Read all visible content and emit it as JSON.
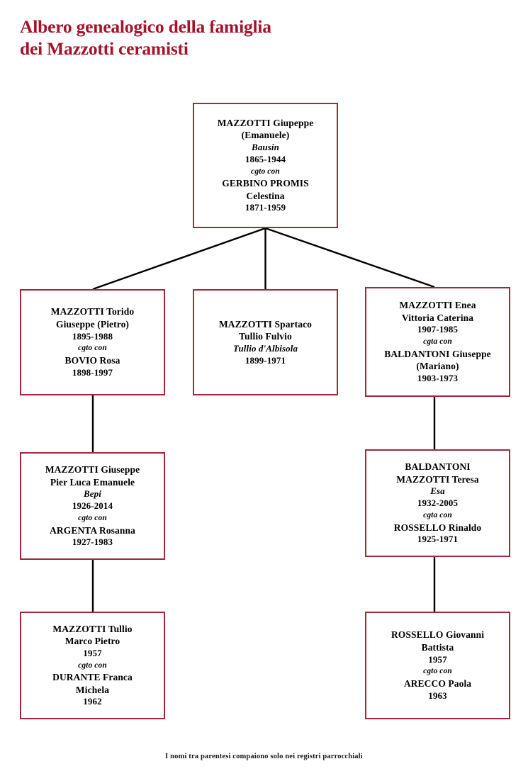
{
  "title": {
    "line1": "Albero genealogico della famiglia",
    "line2": "dei Mazzotti ceramisti",
    "color": "#A4132A"
  },
  "colors": {
    "box_border": "#A3283B",
    "connector": "#000000",
    "text": "#000000",
    "background": "#ffffff"
  },
  "footnote": "I nomi tra parentesi compaiono solo nei registri parrocchiali",
  "nodes": {
    "root": {
      "id": "mazzotti-giuseppe-emanuele",
      "lines": [
        {
          "text": "MAZZOTTI Giupeppe",
          "style": "name"
        },
        {
          "text": "(Emanuele)",
          "style": "name"
        },
        {
          "text": "Bausin",
          "style": "nick"
        },
        {
          "text": "1865-1944",
          "style": "yrs"
        },
        {
          "text": "cgto con",
          "style": "rel"
        },
        {
          "text": "GERBINO PROMIS",
          "style": "name"
        },
        {
          "text": "Celestina",
          "style": "name"
        },
        {
          "text": "1871-1959",
          "style": "yrs"
        }
      ]
    },
    "torido": {
      "id": "mazzotti-torido-giuseppe",
      "lines": [
        {
          "text": "MAZZOTTI Torido",
          "style": "name"
        },
        {
          "text": "Giuseppe (Pietro)",
          "style": "name"
        },
        {
          "text": "1895-1988",
          "style": "yrs"
        },
        {
          "text": "cgto con",
          "style": "rel"
        },
        {
          "text": "BOVIO Rosa",
          "style": "name"
        },
        {
          "text": "1898-1997",
          "style": "yrs"
        }
      ]
    },
    "spartaco": {
      "id": "mazzotti-spartaco-tullio-fulvio",
      "lines": [
        {
          "text": "MAZZOTTI Spartaco",
          "style": "name"
        },
        {
          "text": "Tullio Fulvio",
          "style": "name"
        },
        {
          "text": "Tullio d'Albisola",
          "style": "nick"
        },
        {
          "text": "1899-1971",
          "style": "yrs"
        }
      ]
    },
    "enea": {
      "id": "mazzotti-enea-vittoria-caterina",
      "lines": [
        {
          "text": "MAZZOTTI Enea",
          "style": "name"
        },
        {
          "text": "Vittoria Caterina",
          "style": "name"
        },
        {
          "text": "1907-1985",
          "style": "yrs"
        },
        {
          "text": "cgta con",
          "style": "rel"
        },
        {
          "text": "BALDANTONI Giuseppe",
          "style": "name"
        },
        {
          "text": "(Mariano)",
          "style": "name"
        },
        {
          "text": "1903-1973",
          "style": "yrs"
        }
      ]
    },
    "bepi": {
      "id": "mazzotti-giuseppe-pier-luca-emanuele",
      "lines": [
        {
          "text": "MAZZOTTI Giuseppe",
          "style": "name"
        },
        {
          "text": "Pier Luca Emanuele",
          "style": "name"
        },
        {
          "text": "Bepi",
          "style": "nick"
        },
        {
          "text": "1926-2014",
          "style": "yrs"
        },
        {
          "text": "cgto con",
          "style": "rel"
        },
        {
          "text": "ARGENTA Rosanna",
          "style": "name"
        },
        {
          "text": "1927-1983",
          "style": "yrs"
        }
      ]
    },
    "teresa": {
      "id": "baldantoni-mazzotti-teresa",
      "lines": [
        {
          "text": "BALDANTONI",
          "style": "name"
        },
        {
          "text": "MAZZOTTI Teresa",
          "style": "name"
        },
        {
          "text": "Esa",
          "style": "nick"
        },
        {
          "text": "1932-2005",
          "style": "yrs"
        },
        {
          "text": "cgta con",
          "style": "rel"
        },
        {
          "text": "ROSSELLO Rinaldo",
          "style": "name"
        },
        {
          "text": "1925-1971",
          "style": "yrs"
        }
      ]
    },
    "tullio4": {
      "id": "mazzotti-tullio-marco-pietro",
      "lines": [
        {
          "text": "MAZZOTTI Tullio",
          "style": "name"
        },
        {
          "text": "Marco Pietro",
          "style": "name"
        },
        {
          "text": "1957",
          "style": "yrs"
        },
        {
          "text": "cgto con",
          "style": "rel"
        },
        {
          "text": "DURANTE Franca",
          "style": "name"
        },
        {
          "text": "Michela",
          "style": "name"
        },
        {
          "text": "1962",
          "style": "yrs"
        }
      ]
    },
    "rossello4": {
      "id": "rossello-giovanni-battista",
      "lines": [
        {
          "text": "ROSSELLO Giovanni",
          "style": "name"
        },
        {
          "text": "Battista",
          "style": "name"
        },
        {
          "text": "1957",
          "style": "yrs"
        },
        {
          "text": "cgto con",
          "style": "rel"
        },
        {
          "text": "ARECCO Paola",
          "style": "name"
        },
        {
          "text": "1963",
          "style": "yrs"
        }
      ]
    }
  },
  "edges": [
    {
      "from": "root",
      "to": "torido",
      "kind": "diagonal"
    },
    {
      "from": "root",
      "to": "spartaco",
      "kind": "vertical"
    },
    {
      "from": "root",
      "to": "enea",
      "kind": "diagonal"
    },
    {
      "from": "torido",
      "to": "bepi",
      "kind": "vertical"
    },
    {
      "from": "enea",
      "to": "teresa",
      "kind": "vertical"
    },
    {
      "from": "bepi",
      "to": "tullio4",
      "kind": "vertical"
    },
    {
      "from": "teresa",
      "to": "rossello4",
      "kind": "vertical"
    }
  ]
}
